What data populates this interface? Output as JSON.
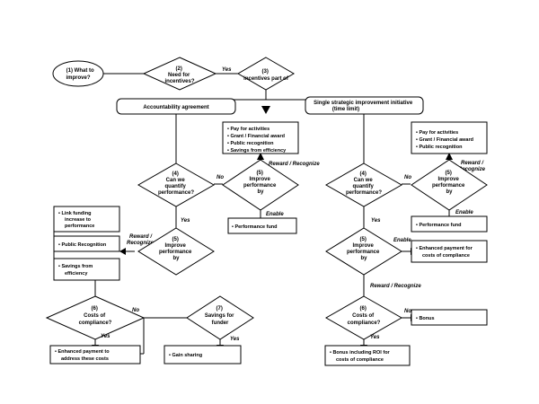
{
  "nodes": {
    "what_to_improve": [
      "(1) What to",
      "improve?"
    ],
    "need_incentives": [
      "(2)",
      "Need for",
      "incentives?"
    ],
    "incentives_part": [
      "(3)",
      "incentives part of"
    ],
    "accountability": "Accountability agreement",
    "single_initiative": [
      "Single strategic improvement initiative",
      "(time limit)"
    ],
    "left_quantify": [
      "(4)",
      "Can we",
      "quantify",
      "performance?"
    ],
    "left_improve_top": [
      "(5)",
      "Improve",
      "performance",
      "by"
    ],
    "left_top_box": [
      "• Pay for activities",
      "• Grant / Financial award",
      "• Public recognition",
      "• Savings from efficiency"
    ],
    "left_perf_fund": "• Performance fund",
    "left_improve_mid": [
      "(5)",
      "Improve",
      "performance",
      "by"
    ],
    "left_box_link": [
      "• Link funding",
      "increase to",
      "performance"
    ],
    "left_box_public": "• Public Recognition",
    "left_box_savings": [
      "• Savings from",
      "efficiency"
    ],
    "left_costs": [
      "(6)",
      "Costs of",
      "compliance?"
    ],
    "left_enhanced": [
      "• Enhanced payment to",
      "address these costs"
    ],
    "savings_funder": [
      "(7)",
      "Savings for",
      "funder"
    ],
    "gain_sharing": "• Gain sharing",
    "right_quantify": [
      "(4)",
      "Can we",
      "quantify",
      "performance?"
    ],
    "right_improve_top": [
      "(5)",
      "Improve",
      "performance",
      "by"
    ],
    "right_top_box": [
      "• Pay for activities",
      "• Grant / Financial award",
      "• Public recognition"
    ],
    "right_perf_fund": "• Performance fund",
    "right_improve_mid": [
      "(5)",
      "Improve",
      "performance",
      "by"
    ],
    "right_enhanced": [
      "• Enhanced payment  for",
      "costs of compliance"
    ],
    "right_costs": [
      "(6)",
      "Costs of",
      "compliance?"
    ],
    "bonus": "• Bonus",
    "bonus_roi": [
      "• Bonus including ROI for",
      "costs of compliance"
    ]
  },
  "labels": {
    "yes": "Yes",
    "no": "No",
    "enable": "Enable",
    "reward_recognize": "Reward / Recognize",
    "reward_slash": "Reward /",
    "recognize": "Recognize"
  }
}
